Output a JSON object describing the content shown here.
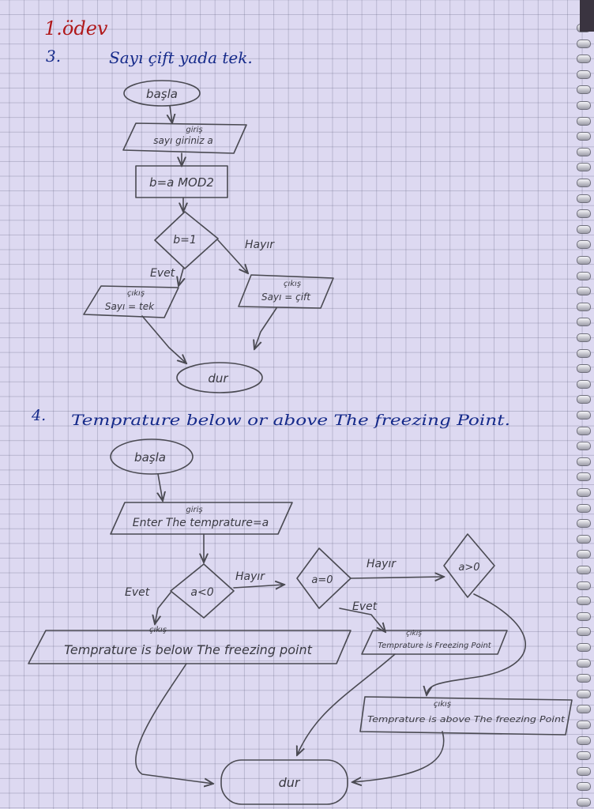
{
  "homework_title": "1.ödev",
  "section3": {
    "number": "3.",
    "title": "Sayı çift yada tek.",
    "start": "başla",
    "input_tag": "giriş",
    "input": "sayı giriniz a",
    "process": "b=a MOD2",
    "decision": "b=1",
    "yes": "Evet",
    "no": "Hayır",
    "out_tag_left": "çıkış",
    "out_left": "Sayı = tek",
    "out_tag_right": "çıkış",
    "out_right": "Sayı = çift",
    "end": "dur"
  },
  "section4": {
    "number": "4.",
    "title": "Temprature below or above The freezing Point.",
    "start": "başla",
    "input_tag": "giriş",
    "input": "Enter The temprature=a",
    "decision1": "a<0",
    "decision2": "a=0",
    "decision3": "a>0",
    "yes1": "Evet",
    "no1": "Hayır",
    "yes2": "Evet",
    "no2": "Hayır",
    "out_tag_below": "çıkış",
    "out_below": "Temprature is below The freezing point",
    "out_tag_freezing": "çıkış",
    "out_freezing": "Temprature is Freezing Point",
    "out_tag_above": "çıkış",
    "out_above": "Temprature is above The freezing Point",
    "end": "dur"
  },
  "colors": {
    "paper": "#ddd9f1",
    "grid": "#5a5a78",
    "blue_ink": "#152a8a",
    "pencil": "#4a4a52",
    "red_ink": "#b0181a"
  }
}
